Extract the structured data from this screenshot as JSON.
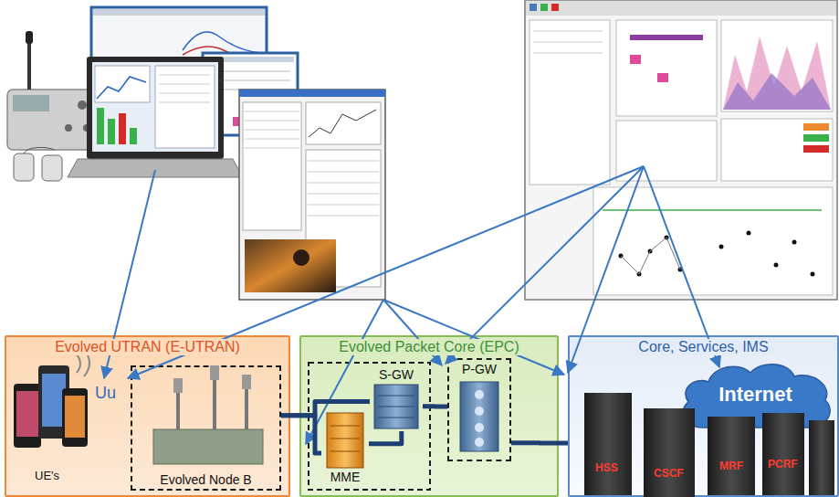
{
  "diagram": {
    "nodes": [
      {
        "text": [
          "Evolved UTRAN (E-UTRAN)"
        ]
      },
      {
        "text": [
          "Evolved Node B"
        ],
        "in": 0
      },
      {
        "text": [
          "Evolved Packet Core (EPC)"
        ]
      },
      {
        "text": [
          "S-GW"
        ],
        "in": 2
      },
      {
        "text": [
          "MME"
        ],
        "in": 2
      },
      {
        "text": [
          "P-GW"
        ],
        "in": 2
      },
      {
        "text": [
          "Core, Services, IMS"
        ]
      },
      {
        "text": [
          "Internet"
        ],
        "in": 6
      }
    ],
    "edges": [
      {
        "from": 1,
        "to": 3,
        "arrow": "none"
      },
      {
        "from": 1,
        "to": 4,
        "arrow": "none"
      },
      {
        "from": 3,
        "to": 4,
        "arrow": "none"
      },
      {
        "from": 3,
        "to": 5,
        "arrow": "none"
      },
      {
        "from": 5,
        "to": 6,
        "arrow": "none"
      }
    ],
    "labels": [
      "Uu",
      "UE's",
      "HSS",
      "CSCF",
      "MRF",
      "PCRF"
    ]
  }
}
